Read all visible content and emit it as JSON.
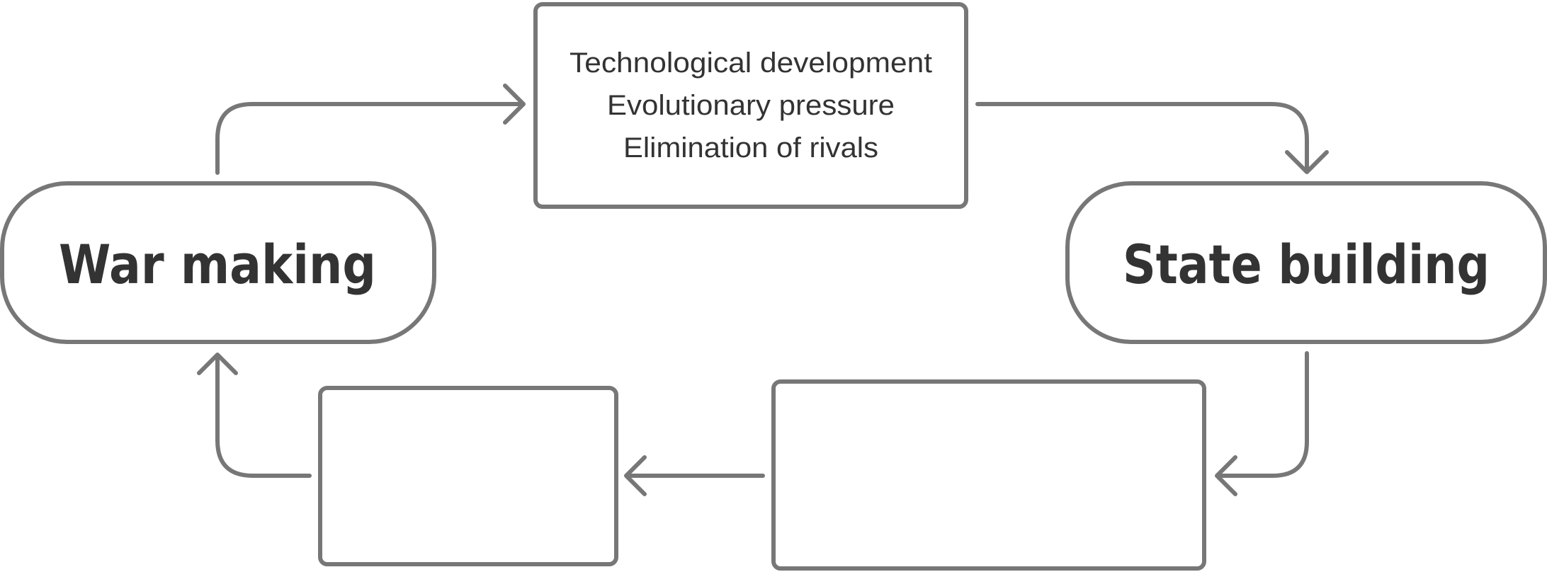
{
  "nodes": {
    "war_making": {
      "label": "War making"
    },
    "state_building": {
      "label": "State building"
    },
    "mechanisms": {
      "lines": [
        "Technological development",
        "Evolutionary pressure",
        "Elimination of rivals"
      ]
    },
    "bottom_right_box": {
      "lines": []
    },
    "bottom_left_box": {
      "lines": []
    }
  },
  "colors": {
    "stroke": "#777777",
    "text": "#333333",
    "background": "#ffffff"
  }
}
